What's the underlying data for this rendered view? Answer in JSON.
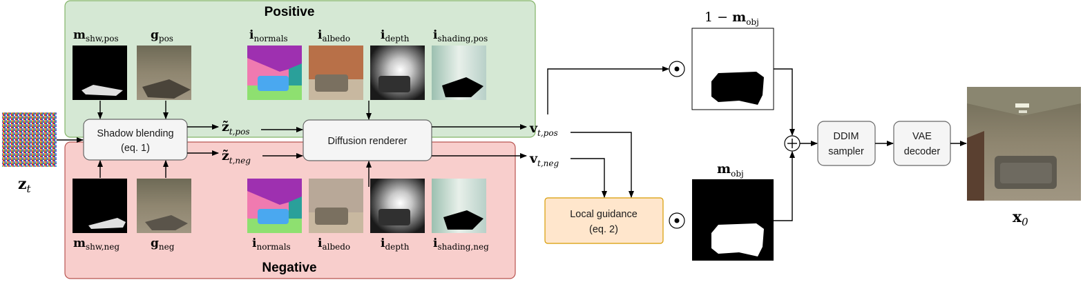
{
  "regions": {
    "positive_title": "Positive",
    "negative_title": "Negative"
  },
  "inputs": {
    "noise_label": "z",
    "noise_sub": "t",
    "pos_images": [
      {
        "sym": "m",
        "sub": "shw,pos"
      },
      {
        "sym": "g",
        "sub": "pos"
      },
      {
        "sym": "i",
        "sub": "normals"
      },
      {
        "sym": "i",
        "sub": "albedo"
      },
      {
        "sym": "i",
        "sub": "depth"
      },
      {
        "sym": "i",
        "sub": "shading,pos"
      }
    ],
    "neg_images": [
      {
        "sym": "m",
        "sub": "shw,neg"
      },
      {
        "sym": "g",
        "sub": "neg"
      },
      {
        "sym": "i",
        "sub": "normals"
      },
      {
        "sym": "i",
        "sub": "albedo"
      },
      {
        "sym": "i",
        "sub": "depth"
      },
      {
        "sym": "i",
        "sub": "shading,neg"
      }
    ]
  },
  "boxes": {
    "shadow_blending_line1": "Shadow blending",
    "shadow_blending_line2": "(eq. 1)",
    "diffusion_renderer": "Diffusion renderer",
    "local_guidance_line1": "Local guidance",
    "local_guidance_line2": "(eq. 2)",
    "ddim_line1": "DDIM",
    "ddim_line2": "sampler",
    "vae_line1": "VAE",
    "vae_line2": "decoder"
  },
  "latents": {
    "z_pos": {
      "sym": "z̃",
      "sub": "t,pos"
    },
    "z_neg": {
      "sym": "z̃",
      "sub": "t,neg"
    },
    "v_pos": {
      "sym": "v",
      "sub": "t,pos"
    },
    "v_neg": {
      "sym": "v",
      "sub": "t,neg"
    }
  },
  "masks": {
    "inv_mask_prefix": "1 − ",
    "inv_mask_sym": "m",
    "inv_mask_sub": "obj",
    "mask_sym": "m",
    "mask_sub": "obj"
  },
  "operators": {
    "hadamard": "⊙",
    "plus": "+"
  },
  "output": {
    "sym": "x",
    "sub": "0"
  },
  "colors": {
    "positive_fill": "#d5e8d4",
    "positive_stroke": "#82b366",
    "negative_fill": "#f8cecc",
    "negative_stroke": "#b85450",
    "guidance_fill": "#ffe6cc",
    "guidance_stroke": "#d79b00",
    "box_fill": "#f5f5f5",
    "box_stroke": "#666666"
  }
}
